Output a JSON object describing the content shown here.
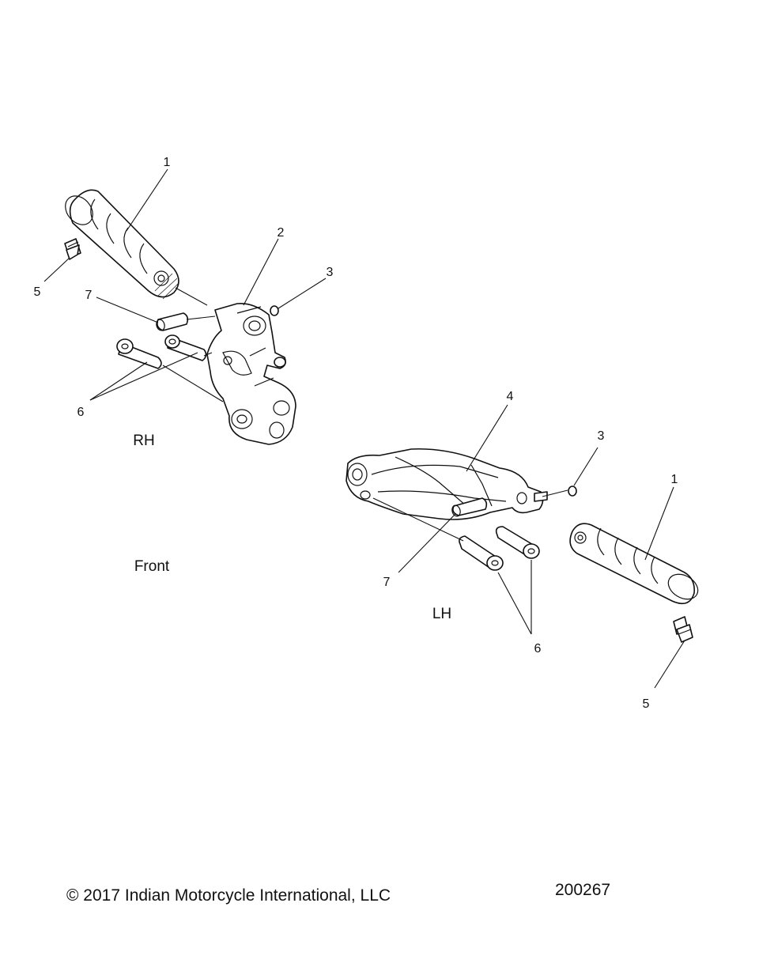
{
  "callouts": {
    "rh": {
      "grip": "1",
      "bracket": "2",
      "oring": "3",
      "set_screw": "5",
      "pin": "7",
      "bolts": "6"
    },
    "lh": {
      "grip": "1",
      "bracket": "4",
      "oring": "3",
      "set_screw": "5",
      "pin": "7",
      "bolts": "6"
    }
  },
  "labels": {
    "rh": "RH",
    "lh": "LH",
    "front": "Front"
  },
  "footer": {
    "copyright": "© 2017 Indian Motorcycle International, LLC",
    "figure_number": "200267"
  }
}
